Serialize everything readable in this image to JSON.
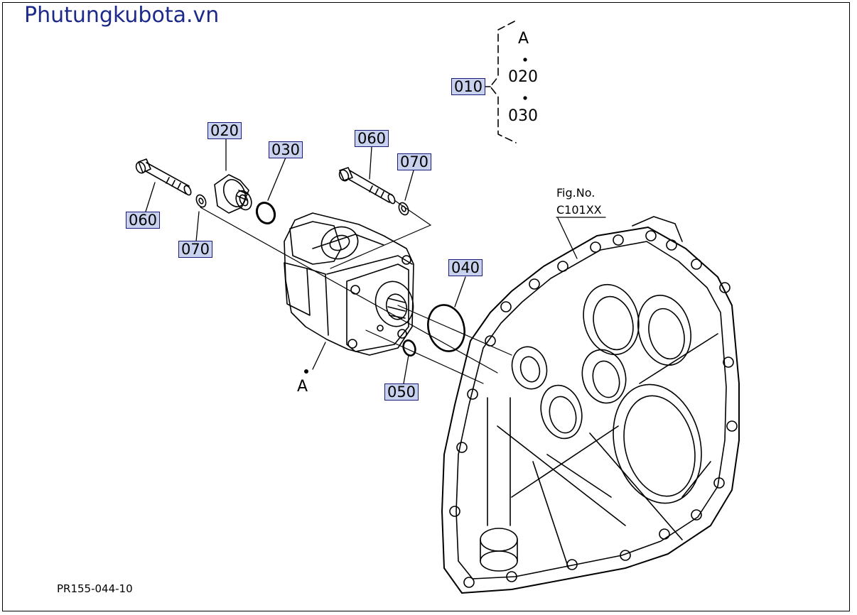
{
  "brand": "Phutungkubota.vn",
  "figure_code": "PR155-044-10",
  "fig_ref": {
    "label": "Fig.No.",
    "number": "C101XX"
  },
  "assembly_label": "A",
  "kit": {
    "parent": "010",
    "members": [
      "A",
      "020",
      "030"
    ]
  },
  "callouts": {
    "p010": "010",
    "p020": "020",
    "p030": "030",
    "p040": "040",
    "p050": "050",
    "p060_left": "060",
    "p060_right": "060",
    "p070_left": "070",
    "p070_right": "070"
  },
  "colors": {
    "brand": "#1d2a8a",
    "callout_fill": "#c8d2ee",
    "callout_border": "#1a1a7a",
    "line": "#000000"
  }
}
